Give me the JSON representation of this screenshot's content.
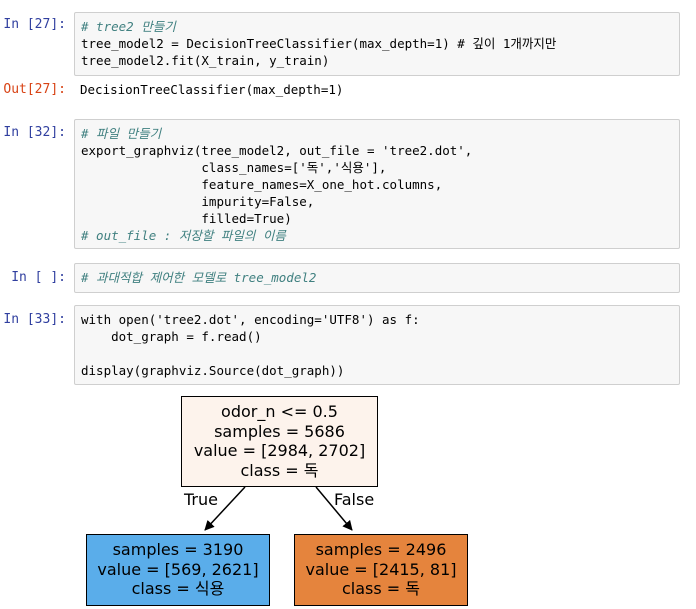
{
  "cells": {
    "c27": {
      "prompt": "In [27]:",
      "lines": [
        "# tree2 만들기",
        "tree_model2 = DecisionTreeClassifier(max_depth=1) # 깊이 1개까지만",
        "tree_model2.fit(X_train, y_train)"
      ]
    },
    "o27": {
      "prompt": "Out[27]:",
      "text": "DecisionTreeClassifier(max_depth=1)"
    },
    "c32": {
      "prompt": "In [32]:",
      "lines": [
        "# 파일 만들기",
        "export_graphviz(tree_model2, out_file = 'tree2.dot',",
        "                class_names=['독','식용'],",
        "                feature_names=X_one_hot.columns,",
        "                impurity=False,",
        "                filled=True)",
        "# out_file : 저장할 파일의 이름"
      ]
    },
    "cEmpty": {
      "prompt": "In [ ]:",
      "lines": [
        "# 과대적합 제어한 모델로 tree_model2"
      ]
    },
    "c33": {
      "prompt": "In [33]:",
      "lines": [
        "with open('tree2.dot', encoding='UTF8') as f:",
        "    dot_graph = f.read()",
        "",
        "display(graphviz.Source(dot_graph))"
      ]
    }
  },
  "tree": {
    "root": {
      "lines": [
        "odor_n <= 0.5",
        "samples = 5686",
        "value = [2984, 2702]",
        "class = 독"
      ],
      "fill": "#fdf3ec"
    },
    "left": {
      "lines": [
        "samples = 3190",
        "value = [569, 2621]",
        "class = 식용"
      ],
      "fill": "#5aadea"
    },
    "right": {
      "lines": [
        "samples = 2496",
        "value = [2415, 81]",
        "class = 독"
      ],
      "fill": "#e5843d"
    },
    "true_label": "True",
    "false_label": "False"
  }
}
